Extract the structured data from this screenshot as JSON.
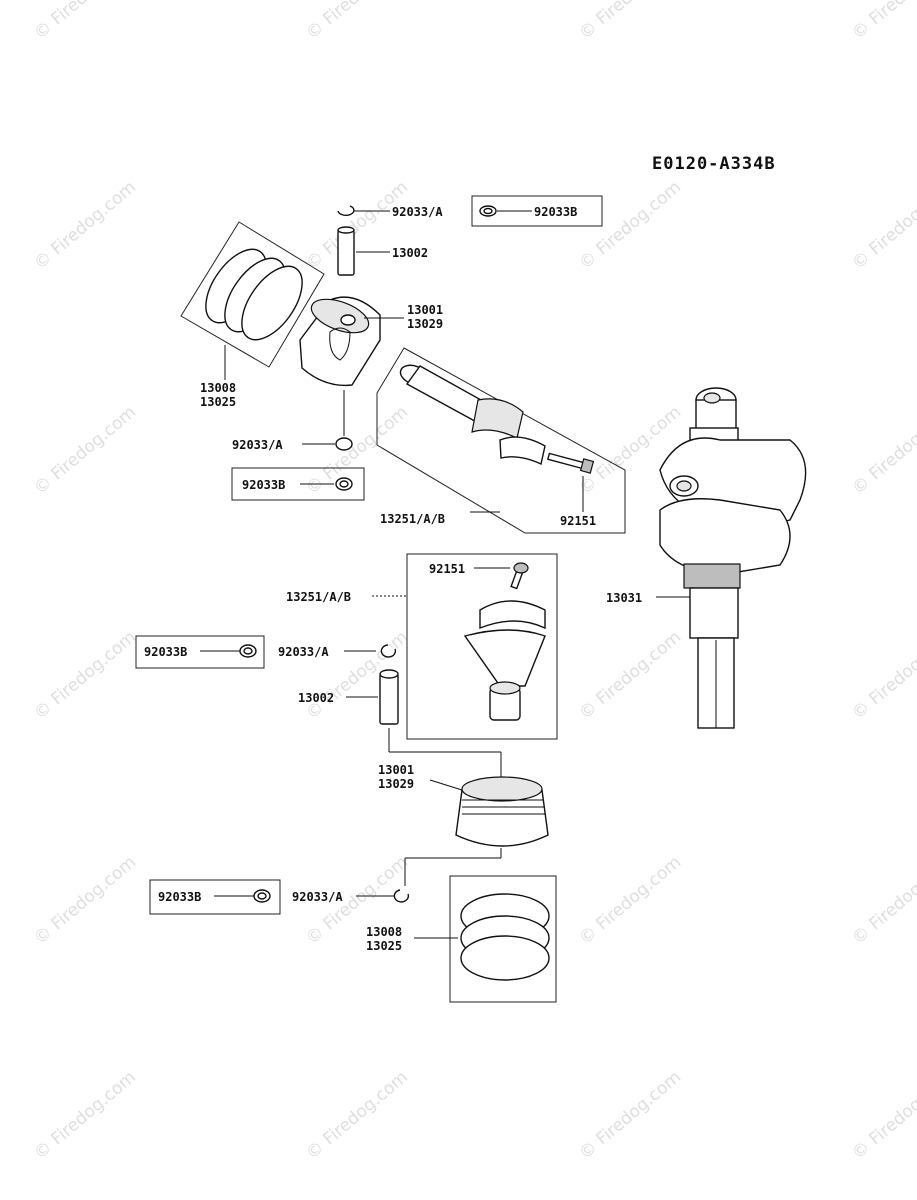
{
  "diagram_code": "E0120-A334B",
  "watermark": "© Firedog.com",
  "labels": {
    "snap_ring_top_a": "92033/A",
    "snap_ring_top_b": "92033B",
    "pin_top": "13002",
    "piston_top_1": "13001",
    "piston_top_2": "13029",
    "rings_top_1": "13008",
    "rings_top_2": "13025",
    "snap_ring_mid_a": "92033/A",
    "snap_ring_mid_b": "92033B",
    "rod_top": "13251/A/B",
    "bolt_top": "92151",
    "bolt_bottom": "92151",
    "rod_bottom": "13251/A/B",
    "crankshaft": "13031",
    "snap_ring_low_b": "92033B",
    "snap_ring_low_a": "92033/A",
    "pin_bottom": "13002",
    "piston_bottom_1": "13001",
    "piston_bottom_2": "13029",
    "snap_ring_bottom_b": "92033B",
    "snap_ring_bottom_a": "92033/A",
    "rings_bottom_1": "13008",
    "rings_bottom_2": "13025"
  }
}
